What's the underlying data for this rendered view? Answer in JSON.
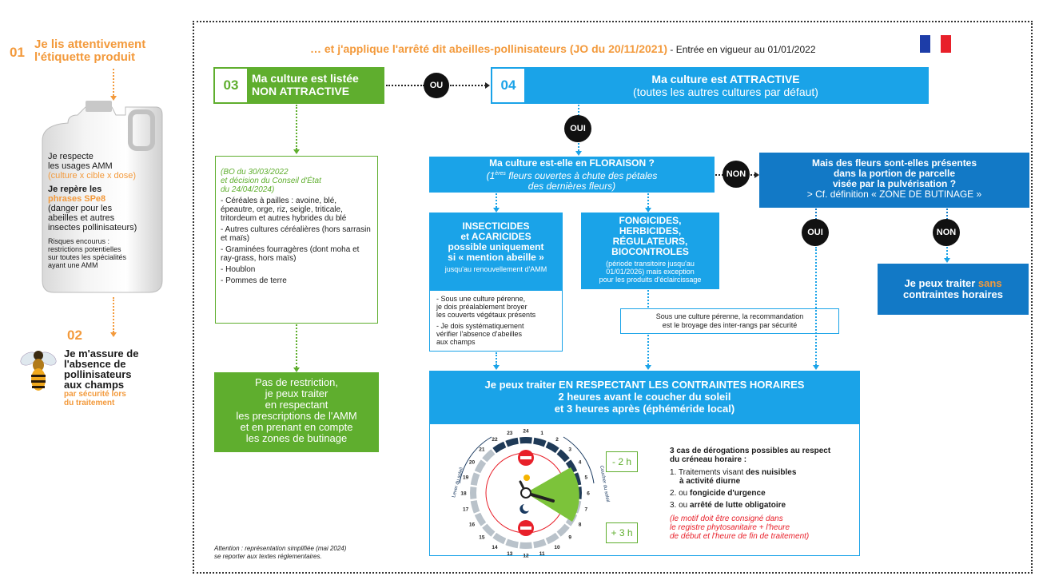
{
  "left": {
    "step1_num": "01",
    "step1_title_l1": "Je lis attentivement",
    "step1_title_l2": "l'étiquette produit",
    "bottle_p1_l1": "Je respecte",
    "bottle_p1_l2": "les usages AMM",
    "bottle_p1_l3": "(culture x cible x dose)",
    "bottle_p2_l1": "Je repère les",
    "bottle_p2_l2": "phrases SPe8",
    "bottle_p2_l3": "(danger pour les",
    "bottle_p2_l4": "abeilles et autres",
    "bottle_p2_l5": "insectes pollinisateurs)",
    "bottle_p3_l1": "Risques encourus :",
    "bottle_p3_l2": "restrictions potentielles",
    "bottle_p3_l3": "sur toutes les spécialités",
    "bottle_p3_l4": "ayant une AMM",
    "step2_num": "02",
    "step2_l1": "Je m'assure de",
    "step2_l2": "l'absence de",
    "step2_l3": "pollinisateurs",
    "step2_l4": "aux champs",
    "step2_l5": "par sécurité lors",
    "step2_l6": "du traitement"
  },
  "header": {
    "title": "… et j'applique l'arrêté dit abeilles-pollinisateurs (JO du 20/11/2021)",
    "subtitle": " - Entrée en vigueur au 01/01/2022"
  },
  "box03": {
    "num": "03",
    "l1": "Ma culture est listée",
    "l2": "NON ATTRACTIVE"
  },
  "ou": "OU",
  "box04": {
    "num": "04",
    "l1": "Ma culture est ATTRACTIVE",
    "l2": "(toutes les autres cultures par défaut)"
  },
  "oui1": "OUI",
  "nonattr_list": {
    "intro_l1": "(BO du 30/03/2022",
    "intro_l2": "et décision du Conseil d'État",
    "intro_l3": "du 24/04/2024)",
    "items": [
      "- Céréales à pailles : avoine, blé, épeautre, orge, riz, seigle, triticale, tritordeum et autres hybrides du blé",
      "- Autres cultures céréalières (hors sarrasin et maïs)",
      "- Graminées fourragères (dont moha et ray-grass, hors maïs)",
      "- Houblon",
      "- Pommes de terre"
    ]
  },
  "no_restriction": {
    "l1": "Pas de restriction,",
    "l2": "je peux traiter",
    "l3": "en respectant",
    "l4": "les prescriptions de l'AMM",
    "l5": "et en prenant en compte",
    "l6": "les zones de butinage"
  },
  "floraison": {
    "l1": "Ma culture est-elle en FLORAISON ?",
    "l2a": "(1",
    "l2sup": "ères",
    "l2b": " fleurs ouvertes à chute des pétales",
    "l3": "des dernières fleurs)"
  },
  "non1": "NON",
  "fleurs": {
    "l1": "Mais des fleurs sont-elles présentes",
    "l2": "dans la portion de parcelle",
    "l3": "visée par la pulvérisation ?",
    "l4": "> Cf. définition « ZONE DE BUTINAGE »"
  },
  "oui2": "OUI",
  "non2": "NON",
  "sans_contraintes": {
    "l1a": "Je peux traiter",
    "l1b": " sans",
    "l2": "contraintes horaires"
  },
  "insecticides": {
    "l1": "INSECTICIDES",
    "l2": "et ACARICIDES",
    "l3": "possible uniquement",
    "l4": "si « mention abeille »",
    "l5": "jusqu'au renouvellement d'AMM"
  },
  "insect_notes": {
    "n1_l1": "- Sous une culture pérenne,",
    "n1_l2": "je dois préalablement broyer",
    "n1_l3": "les couverts végétaux présents",
    "n2_l1": "- Je dois systématiquement",
    "n2_l2": "vérifier l'absence d'abeilles",
    "n2_l3": "aux champs"
  },
  "fongicides": {
    "l1": "FONGICIDES,",
    "l2": "HERBICIDES,",
    "l3": "RÉGULATEURS,",
    "l4": "BIOCONTROLES",
    "l5": "(période transitoire jusqu'au",
    "l6": "01/01/2026) mais exception",
    "l7": "pour les produits d'éclaircissage"
  },
  "perenne_note": {
    "l1": "Sous une culture pérenne, la recommandation",
    "l2": "est le broyage des inter-rangs par sécurité"
  },
  "contraintes": {
    "l1": "Je peux traiter EN RESPECTANT LES CONTRAINTES HORAIRES",
    "l2": "2 heures avant le coucher du soleil",
    "l3": "et 3 heures après (éphéméride local)"
  },
  "clock": {
    "minus": "- 2 h",
    "plus": "+ 3 h",
    "numbers": [
      "24",
      "1",
      "2",
      "3",
      "4",
      "5",
      "6",
      "7",
      "8",
      "9",
      "10",
      "11",
      "12",
      "13",
      "14",
      "15",
      "16",
      "17",
      "18",
      "19",
      "20",
      "21",
      "22",
      "23"
    ],
    "lever": "Lever du soleil",
    "coucher": "Coucher du soleil"
  },
  "derog": {
    "title_l1": "3 cas de dérogations possibles au respect",
    "title_l2": "du créneau horaire :",
    "i1_a": "1.  Traitements visant ",
    "i1_b": "des nuisibles",
    "i1_c": "à activité diurne",
    "i2_a": "2.  ou ",
    "i2_b": "fongicide d'urgence",
    "i3_a": "3.  ou ",
    "i3_b": "arrêté de lutte obligatoire",
    "note_l1": "(le motif doit être consigné dans",
    "note_l2": "le registre phytosanitaire + l'heure",
    "note_l3": "de début et l'heure de fin de traitement)"
  },
  "attention": {
    "l1": "Attention : représentation simplifiée (mai 2024)",
    "l2": "se reporter aux textes réglementaires."
  },
  "colors": {
    "green": "#5fae2e",
    "blue": "#1aa3e8",
    "dark_blue": "#1279c6",
    "orange": "#f39a3c",
    "red": "#e8202a"
  }
}
